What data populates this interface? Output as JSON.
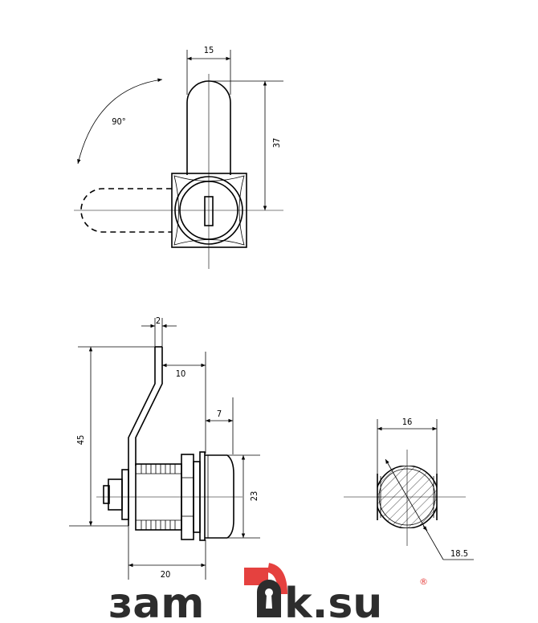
{
  "top_view": {
    "width_label": "15",
    "height_label": "37",
    "rotation_label": "90°"
  },
  "side_view": {
    "thickness_label": "2",
    "offset_label": "10",
    "head_depth_label": "7",
    "total_height_label": "45",
    "head_diameter_label": "23",
    "body_length_label": "20"
  },
  "section_view": {
    "width_label": "16",
    "diameter_label": "18.5"
  },
  "logo": {
    "text": "зam k.su",
    "registered_mark": "®",
    "colors": {
      "text": "#2d2d2d",
      "accent": "#e5413f"
    }
  }
}
